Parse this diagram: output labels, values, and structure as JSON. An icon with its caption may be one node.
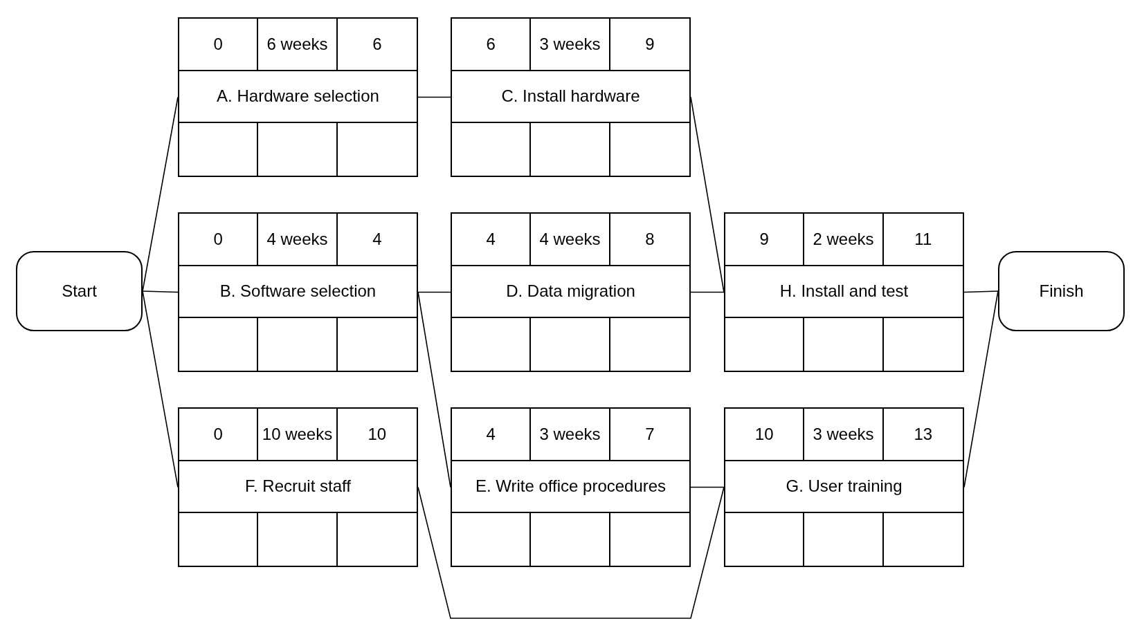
{
  "diagram": {
    "nodes": [
      {
        "text": [
          "Start"
        ]
      },
      {
        "text": [
          "0",
          "6 weeks",
          "6",
          "A. Hardware selection"
        ]
      },
      {
        "text": [
          "0",
          "4 weeks",
          "4",
          "B. Software selection"
        ]
      },
      {
        "text": [
          "0",
          "10 weeks",
          "10",
          "F. Recruit staff"
        ]
      },
      {
        "text": [
          "6",
          "3 weeks",
          "9",
          "C. Install hardware"
        ]
      },
      {
        "text": [
          "4",
          "4 weeks",
          "8",
          "D. Data migration"
        ]
      },
      {
        "text": [
          "4",
          "3 weeks",
          "7",
          "E. Write office procedures"
        ]
      },
      {
        "text": [
          "9",
          "2 weeks",
          "11",
          "H. Install and test"
        ]
      },
      {
        "text": [
          "10",
          "3 weeks",
          "13",
          "G. User training"
        ]
      },
      {
        "text": [
          "Finish"
        ]
      }
    ],
    "edges": [
      {
        "from": 0,
        "to": 1,
        "arrow": "none"
      },
      {
        "from": 0,
        "to": 2,
        "arrow": "none"
      },
      {
        "from": 0,
        "to": 3,
        "arrow": "none"
      },
      {
        "from": 1,
        "to": 4,
        "arrow": "none"
      },
      {
        "from": 2,
        "to": 5,
        "arrow": "none"
      },
      {
        "from": 2,
        "to": 6,
        "arrow": "none"
      },
      {
        "from": 3,
        "to": 8,
        "arrow": "none"
      },
      {
        "from": 4,
        "to": 7,
        "arrow": "none"
      },
      {
        "from": 5,
        "to": 7,
        "arrow": "none"
      },
      {
        "from": 6,
        "to": 8,
        "arrow": "none"
      },
      {
        "from": 7,
        "to": 9,
        "arrow": "none"
      },
      {
        "from": 8,
        "to": 9,
        "arrow": "none"
      }
    ]
  }
}
